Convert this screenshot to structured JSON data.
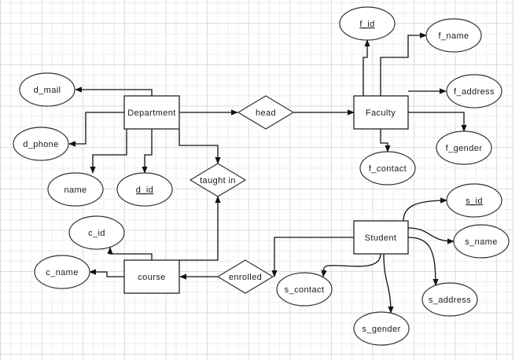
{
  "diagram": {
    "type": "er-diagram",
    "entities": [
      {
        "id": "department",
        "label": "Department"
      },
      {
        "id": "faculty",
        "label": "Faculty"
      },
      {
        "id": "course",
        "label": "course"
      },
      {
        "id": "student",
        "label": "Student"
      }
    ],
    "relationships": [
      {
        "id": "head",
        "label": "head"
      },
      {
        "id": "taught_in",
        "label": "taught in"
      },
      {
        "id": "enrolled",
        "label": "enrolled"
      }
    ],
    "attributes": [
      {
        "id": "d_mail",
        "label": "d_mail",
        "key": false,
        "owner": "department"
      },
      {
        "id": "d_phone",
        "label": "d_phone",
        "key": false,
        "owner": "department"
      },
      {
        "id": "name",
        "label": "name",
        "key": false,
        "owner": "department"
      },
      {
        "id": "d_id",
        "label": "d_id",
        "key": true,
        "owner": "department"
      },
      {
        "id": "f_id",
        "label": "f_id",
        "key": true,
        "owner": "faculty"
      },
      {
        "id": "f_name",
        "label": "f_name",
        "key": false,
        "owner": "faculty"
      },
      {
        "id": "f_address",
        "label": "f_address",
        "key": false,
        "owner": "faculty"
      },
      {
        "id": "f_gender",
        "label": "f_gender",
        "key": false,
        "owner": "faculty"
      },
      {
        "id": "f_contact",
        "label": "f_contact",
        "key": false,
        "owner": "faculty"
      },
      {
        "id": "c_id",
        "label": "c_id",
        "key": false,
        "owner": "course"
      },
      {
        "id": "c_name",
        "label": "c_name",
        "key": false,
        "owner": "course"
      },
      {
        "id": "s_id",
        "label": "s_id",
        "key": true,
        "owner": "student"
      },
      {
        "id": "s_name",
        "label": "s_name",
        "key": false,
        "owner": "student"
      },
      {
        "id": "s_address",
        "label": "s_address",
        "key": false,
        "owner": "student"
      },
      {
        "id": "s_contact",
        "label": "s_contact",
        "key": false,
        "owner": "student"
      },
      {
        "id": "s_gender",
        "label": "s_gender",
        "key": false,
        "owner": "student"
      }
    ],
    "connections": [
      {
        "from": "department",
        "to": "d_mail"
      },
      {
        "from": "department",
        "to": "d_phone"
      },
      {
        "from": "department",
        "to": "name"
      },
      {
        "from": "department",
        "to": "d_id"
      },
      {
        "from": "department",
        "to": "head"
      },
      {
        "from": "head",
        "to": "faculty"
      },
      {
        "from": "department",
        "to": "taught_in"
      },
      {
        "from": "course",
        "to": "taught_in"
      },
      {
        "from": "faculty",
        "to": "f_id"
      },
      {
        "from": "faculty",
        "to": "f_name"
      },
      {
        "from": "faculty",
        "to": "f_address"
      },
      {
        "from": "faculty",
        "to": "f_gender"
      },
      {
        "from": "faculty",
        "to": "f_contact"
      },
      {
        "from": "course",
        "to": "c_id"
      },
      {
        "from": "course",
        "to": "c_name"
      },
      {
        "from": "enrolled",
        "to": "course"
      },
      {
        "from": "student",
        "to": "enrolled"
      },
      {
        "from": "student",
        "to": "s_id"
      },
      {
        "from": "student",
        "to": "s_name"
      },
      {
        "from": "student",
        "to": "s_address"
      },
      {
        "from": "student",
        "to": "s_contact"
      },
      {
        "from": "student",
        "to": "s_gender"
      }
    ]
  },
  "colors": {
    "grid_minor": "#ededed",
    "grid_major": "#d9d9d9",
    "stroke": "#222222",
    "text": "#1a1a1a"
  }
}
